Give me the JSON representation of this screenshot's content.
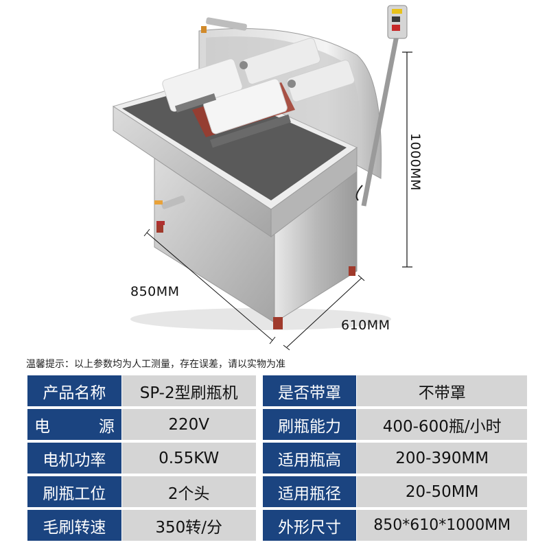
{
  "product_image": {
    "alt": "SP-2型刷瓶机 stainless steel bottle brushing machine with two rotating brush heads, half-dome cover, control switch box on pole",
    "colors": {
      "steel": "#c8c8c8",
      "steel_dark": "#8a8a8a",
      "tray": "#5a5a5a",
      "red_frame": "#a03a2c",
      "brush": "#f2f2f2",
      "switch_red": "#c62828",
      "switch_yellow": "#e8c21a"
    }
  },
  "dimensions": {
    "width": "850MM",
    "depth": "610MM",
    "height": "1000MM"
  },
  "notice": "温馨提示：以上参数均为人工测量，存在误差，请以实物为准",
  "colors": {
    "label_bg": "#1b4480",
    "value_bg": "#d5d5d5",
    "label_text": "#ffffff",
    "value_text": "#111111"
  },
  "specs": [
    {
      "label_left": "产品名称",
      "value_left": "SP-2型刷瓶机",
      "label_right": "是否带罩",
      "value_right": "不带罩"
    },
    {
      "label_left": "电　源",
      "label_left_a": "电",
      "label_left_b": "源",
      "value_left": "220V",
      "label_right": "刷瓶能力",
      "value_right": "400-600瓶/小时"
    },
    {
      "label_left": "电机功率",
      "value_left": "0.55KW",
      "label_right": "适用瓶高",
      "value_right": "200-390MM"
    },
    {
      "label_left": "刷瓶工位",
      "value_left": "2个头",
      "label_right": "适用瓶径",
      "value_right": "20-50MM"
    },
    {
      "label_left": "毛刷转速",
      "value_left": "350转/分",
      "label_right": "外形尺寸",
      "value_right": "850*610*1000MM"
    }
  ]
}
